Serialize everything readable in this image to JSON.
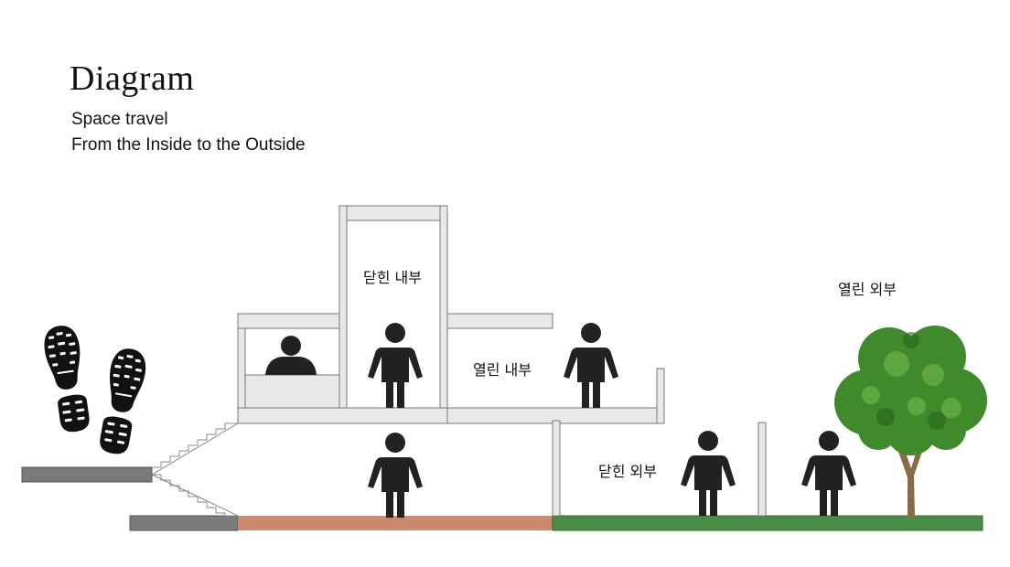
{
  "header": {
    "title": "Diagram",
    "subtitle_line1": "Space travel",
    "subtitle_line2": "From the Inside to the Outside"
  },
  "labels": {
    "closed_interior": "닫힌 내부",
    "open_interior": "열린 내부",
    "closed_exterior": "닫힌 외부",
    "open_exterior": "열린 외부"
  },
  "colors": {
    "wall_fill": "#e8e8e8",
    "wall_stroke": "#777777",
    "slab_gray": "#7b7b7b",
    "floor_terracotta": "#c98a6e",
    "grass_green": "#4a8c45",
    "figure": "#222222",
    "tree_canopy": "#3f8a2a",
    "tree_trunk": "#8a6a4a"
  },
  "icons": {
    "footprints": "shoe-prints-icon",
    "person": "person-icon",
    "tree": "tree-icon"
  }
}
